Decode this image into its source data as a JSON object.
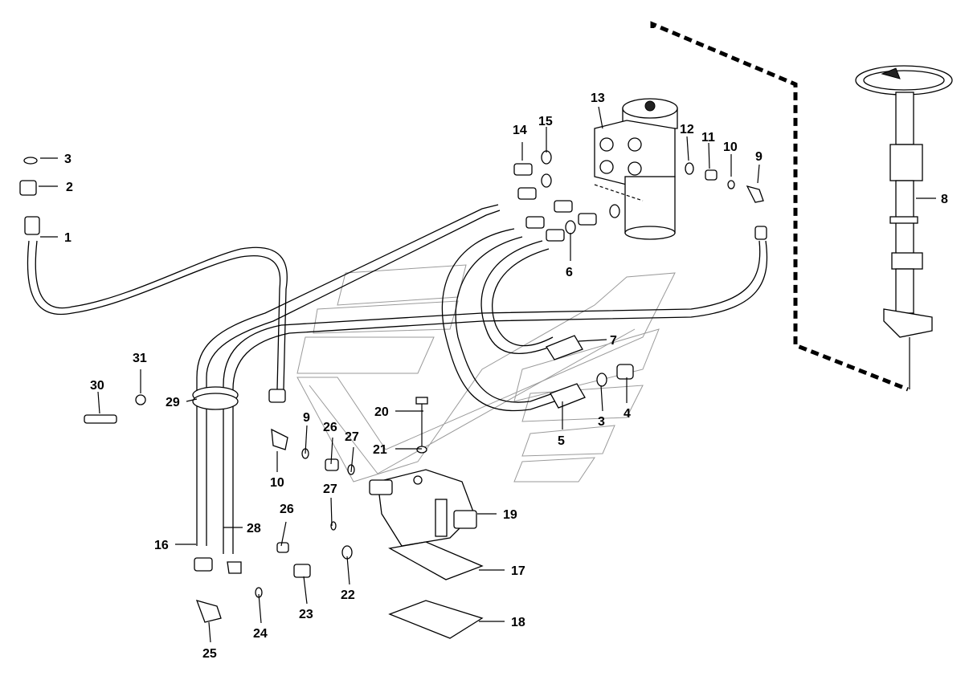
{
  "diagram": {
    "type": "exploded-parts-diagram",
    "subject": "steering hydraulic system",
    "callouts": [
      {
        "id": "c1",
        "label": "1"
      },
      {
        "id": "c2",
        "label": "2"
      },
      {
        "id": "c3a",
        "label": "3"
      },
      {
        "id": "c3b",
        "label": "3"
      },
      {
        "id": "c4",
        "label": "4"
      },
      {
        "id": "c5",
        "label": "5"
      },
      {
        "id": "c6",
        "label": "6"
      },
      {
        "id": "c7",
        "label": "7"
      },
      {
        "id": "c8",
        "label": "8"
      },
      {
        "id": "c9a",
        "label": "9"
      },
      {
        "id": "c9b",
        "label": "9"
      },
      {
        "id": "c10a",
        "label": "10"
      },
      {
        "id": "c10b",
        "label": "10"
      },
      {
        "id": "c11",
        "label": "11"
      },
      {
        "id": "c12",
        "label": "12"
      },
      {
        "id": "c13",
        "label": "13"
      },
      {
        "id": "c14",
        "label": "14"
      },
      {
        "id": "c15",
        "label": "15"
      },
      {
        "id": "c16",
        "label": "16"
      },
      {
        "id": "c17",
        "label": "17"
      },
      {
        "id": "c18",
        "label": "18"
      },
      {
        "id": "c19",
        "label": "19"
      },
      {
        "id": "c20",
        "label": "20"
      },
      {
        "id": "c21",
        "label": "21"
      },
      {
        "id": "c22",
        "label": "22"
      },
      {
        "id": "c23",
        "label": "23"
      },
      {
        "id": "c24",
        "label": "24"
      },
      {
        "id": "c25",
        "label": "25"
      },
      {
        "id": "c26a",
        "label": "26"
      },
      {
        "id": "c26b",
        "label": "26"
      },
      {
        "id": "c27a",
        "label": "27"
      },
      {
        "id": "c27b",
        "label": "27"
      },
      {
        "id": "c28",
        "label": "28"
      },
      {
        "id": "c29",
        "label": "29"
      },
      {
        "id": "c30",
        "label": "30"
      },
      {
        "id": "c31",
        "label": "31"
      }
    ]
  }
}
